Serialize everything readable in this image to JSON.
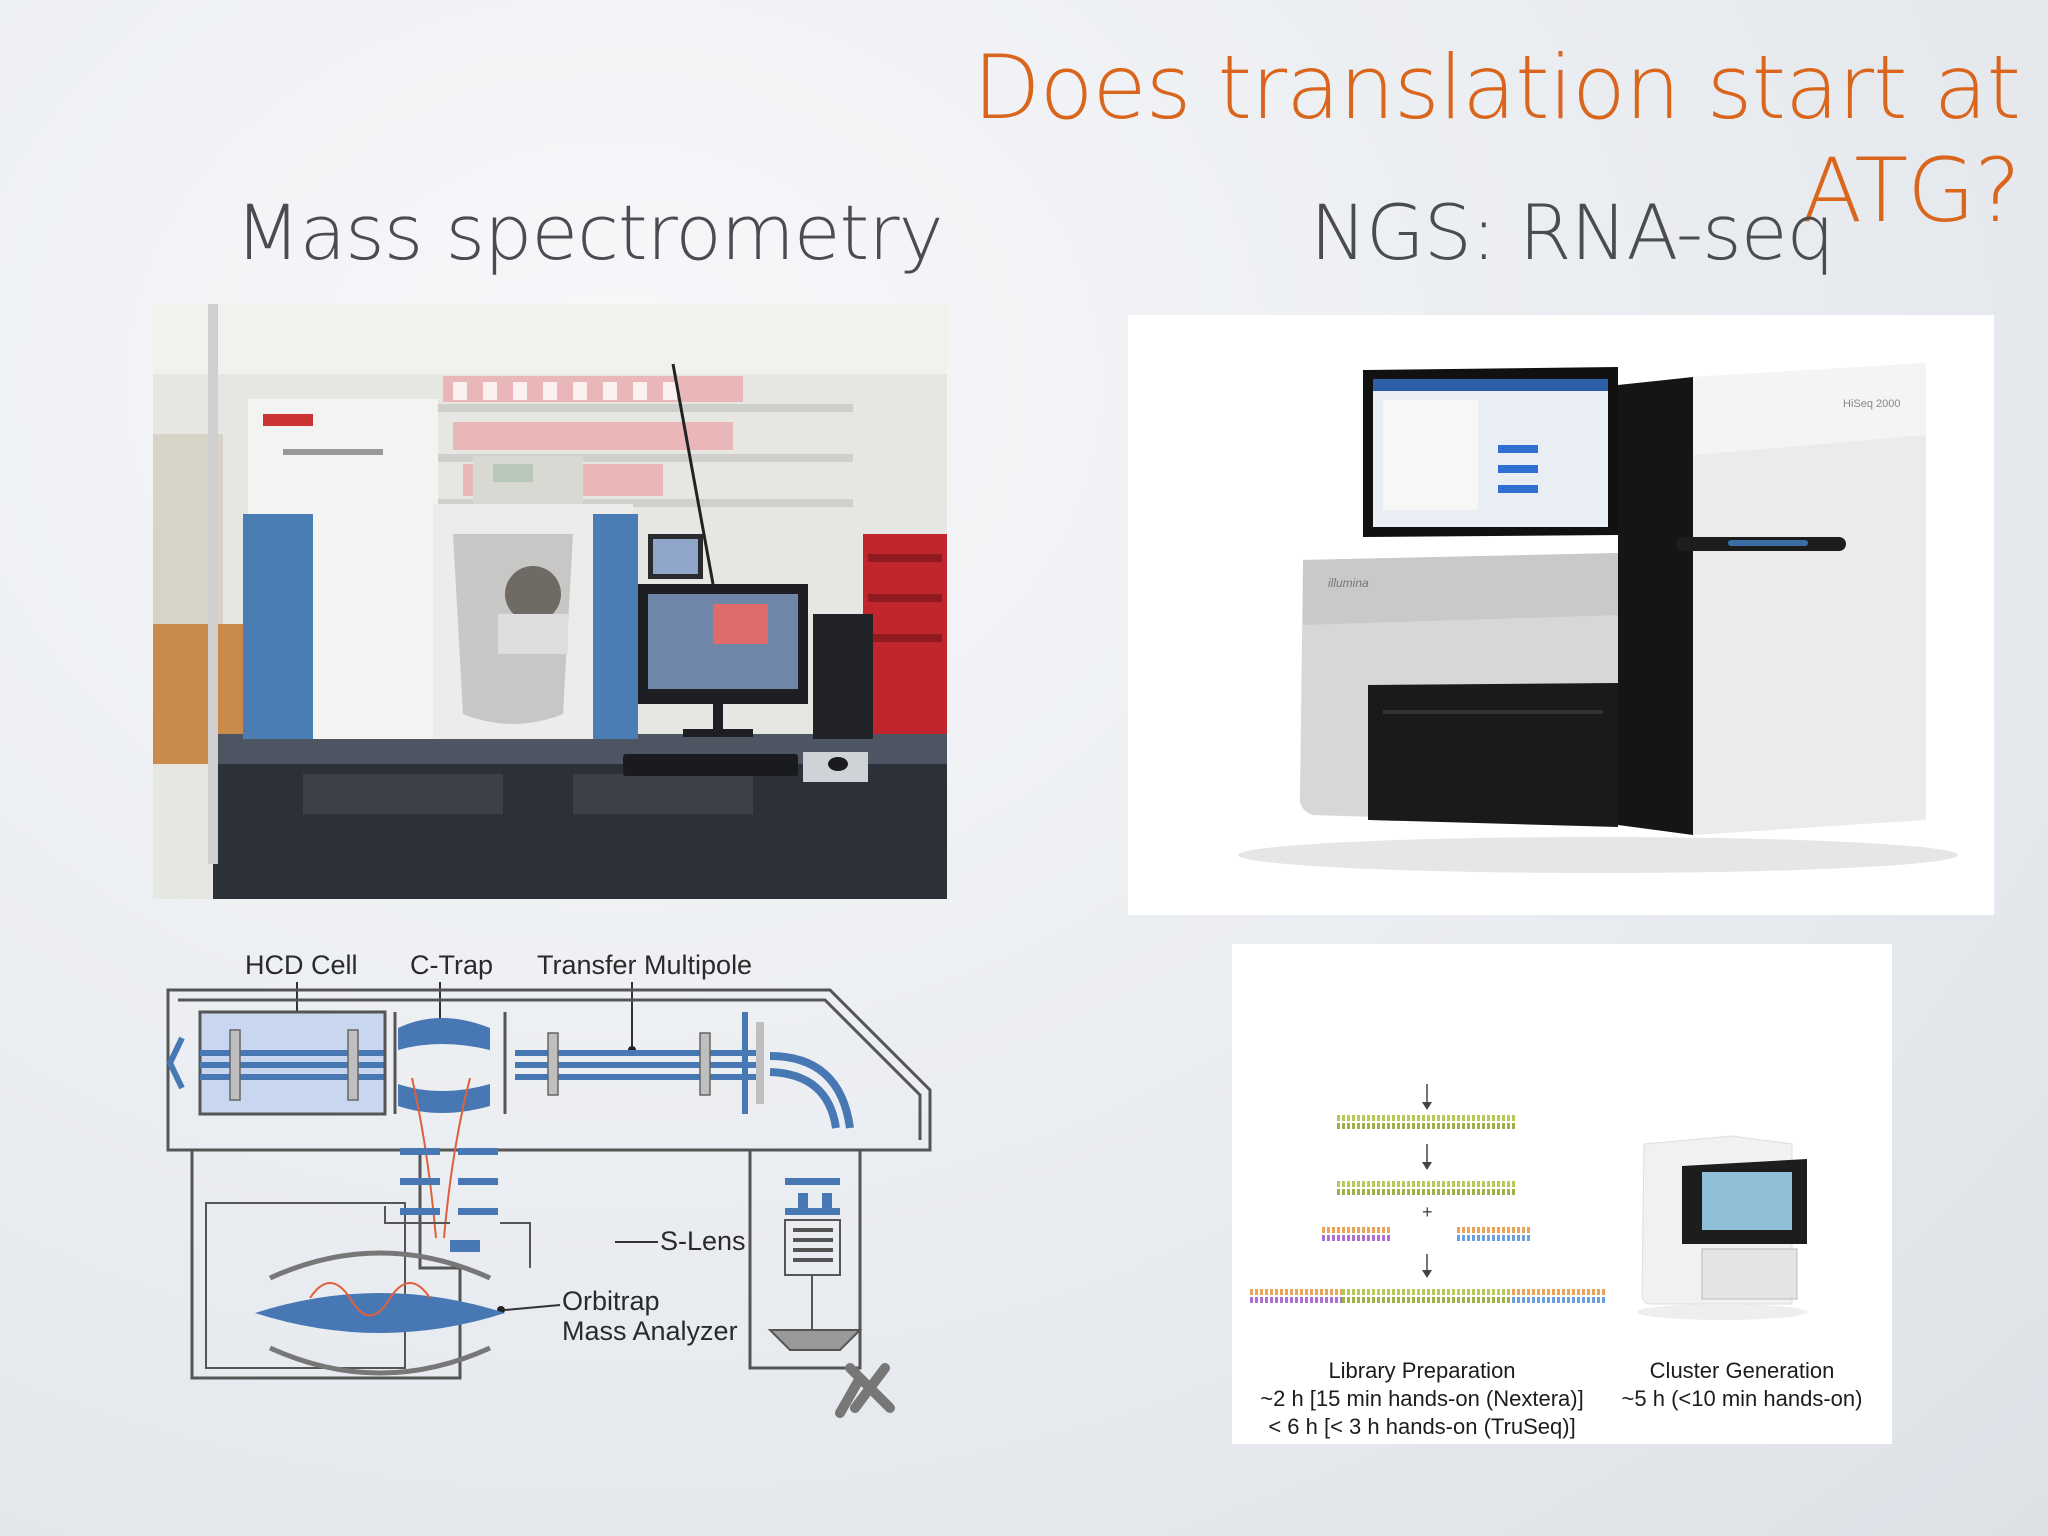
{
  "slide": {
    "title": "Does translation start at ATG?",
    "accent_color": "#d9661c",
    "text_color": "#4a4c50"
  },
  "columns": {
    "left_heading": "Mass spectrometry",
    "right_heading": "NGS: RNA-seq"
  },
  "ms_diagram": {
    "labels": {
      "hcd_cell": "HCD Cell",
      "c_trap": "C-Trap",
      "transfer_multipole": "Transfer Multipole",
      "s_lens": "S-Lens",
      "orbitrap_line1": "Orbitrap",
      "orbitrap_line2": "Mass Analyzer"
    }
  },
  "ngs_workflow": {
    "library_prep": {
      "title": "Library Preparation",
      "line1": "~2 h [15 min hands-on (Nextera)]",
      "line2": "< 6 h [< 3 h hands-on (TruSeq)]"
    },
    "cluster_generation": {
      "title": "Cluster Generation",
      "line1": "~5 h (<10 min hands-on)"
    }
  },
  "icons": [
    "mass-spectrometer-photo",
    "sequencer-photo",
    "orbitrap-schematic",
    "library-prep-schematic",
    "cluster-instrument-photo"
  ]
}
